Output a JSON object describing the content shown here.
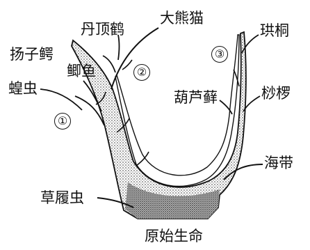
{
  "title": "",
  "root": "原始生命",
  "branches": [
    {
      "marker": "①",
      "labels": [
        "蝗虫"
      ]
    },
    {
      "marker": "②",
      "labels": [
        "鲫鱼",
        "扬子鳄",
        "丹顶鹤",
        "大熊猫"
      ]
    },
    {
      "marker": "③",
      "labels": [
        "珙桐",
        "桫椤",
        "葫芦藓",
        "海带"
      ]
    }
  ],
  "base_organism": "草履虫",
  "colors": {
    "ink": "#111111",
    "fill_dots": "#777777",
    "background": "#ffffff"
  }
}
